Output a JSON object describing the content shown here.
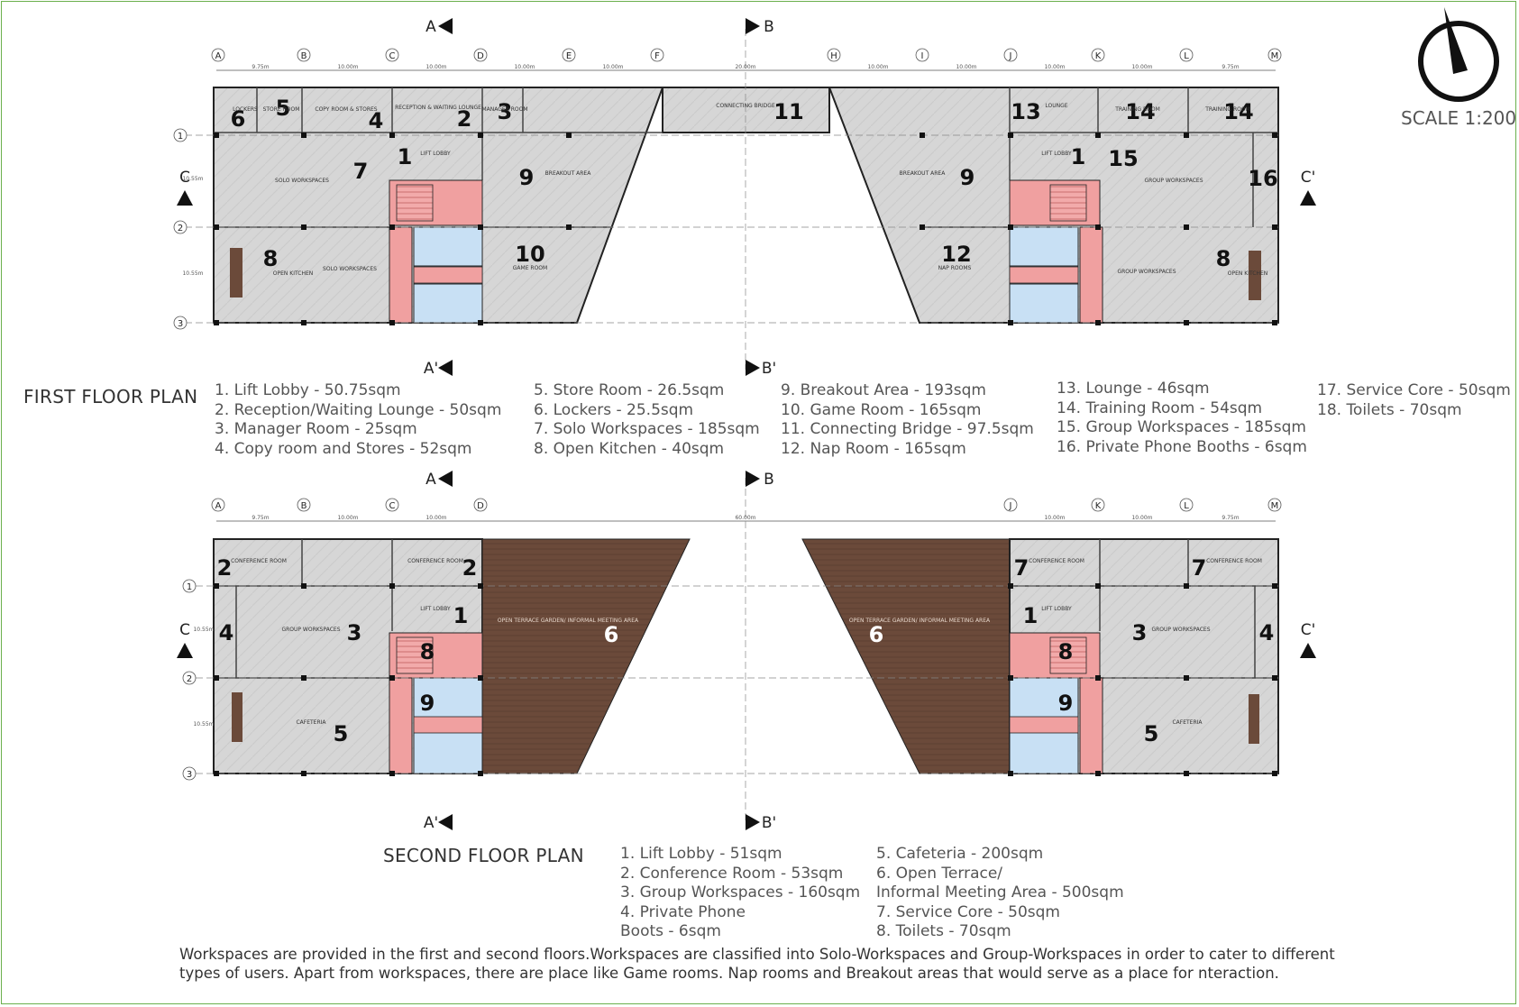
{
  "scale": "SCALE 1:200",
  "first_floor": {
    "title": "FIRST FLOOR PLAN",
    "legend_col1": [
      "1. Lift Lobby - 50.75sqm",
      "2. Reception/Waiting Lounge - 50sqm",
      "3. Manager Room - 25sqm",
      "4. Copy room and Stores - 52sqm"
    ],
    "legend_col2": [
      "5. Store Room - 26.5sqm",
      "6. Lockers - 25.5sqm",
      "7. Solo Workspaces - 185sqm",
      "8. Open Kitchen - 40sqm"
    ],
    "legend_col3": [
      "9. Breakout Area - 193sqm",
      "10. Game Room - 165sqm",
      "11. Connecting Bridge - 97.5sqm",
      "12. Nap Room - 165sqm"
    ],
    "legend_col4": [
      "13. Lounge - 46sqm",
      "14. Training Room - 54sqm",
      "15. Group Workspaces - 185sqm",
      "16. Private Phone Booths - 6sqm"
    ],
    "legend_col5": [
      "17. Service Core - 50sqm",
      "18. Toilets - 70sqm"
    ],
    "grid_cols": [
      "A",
      "B",
      "C",
      "D",
      "E",
      "F",
      "H",
      "I",
      "J",
      "K",
      "L",
      "M"
    ],
    "grid_rows": [
      "1",
      "2",
      "3"
    ],
    "dims": [
      "9.75m",
      "10.00m",
      "10.00m",
      "10.00m",
      "10.00m",
      "20.00m",
      "10.00m",
      "10.00m",
      "10.00m",
      "10.00m",
      "9.75m"
    ],
    "side_dims": [
      "10.55m",
      "10.55m"
    ],
    "sections": [
      "A",
      "B",
      "A'",
      "B'",
      "C",
      "C'"
    ],
    "room_numbers": [
      "6",
      "5",
      "4",
      "2",
      "3",
      "11",
      "13",
      "14",
      "14",
      "1",
      "7",
      "9",
      "9",
      "1",
      "15",
      "16",
      "8",
      "10",
      "12",
      "8"
    ],
    "room_labels": [
      "LOCKERS",
      "STORE ROOM",
      "COPY ROOM & STORES",
      "RECEPTION & WAITING LOUNGE",
      "MANAGER ROOM",
      "CONNECTING BRIDGE",
      "LOUNGE",
      "TRAINING ROOM",
      "TRAINING ROOM",
      "LIFT LOBBY",
      "SOLO WORKSPACES",
      "BREAKOUT AREA",
      "BREAKOUT AREA",
      "LIFT LOBBY",
      "GROUP WORKSPACES",
      "OPEN KITCHEN",
      "SOLO WORKSPACES",
      "GAME ROOM",
      "NAP ROOMS",
      "GROUP WORKSPACES",
      "OPEN KITCHEN"
    ]
  },
  "second_floor": {
    "title": "SECOND FLOOR PLAN",
    "legend_col1": [
      "1. Lift Lobby - 51sqm",
      "2. Conference Room - 53sqm",
      "3. Group Workspaces - 160sqm",
      "4. Private Phone",
      "Boots - 6sqm"
    ],
    "legend_col2": [
      "5. Cafeteria - 200sqm",
      "6. Open Terrace/",
      "Informal Meeting Area - 500sqm",
      "7. Service Core - 50sqm",
      "8. Toilets - 70sqm"
    ],
    "grid_cols": [
      "A",
      "B",
      "C",
      "D",
      "J",
      "K",
      "L",
      "M"
    ],
    "grid_rows": [
      "1",
      "2",
      "3"
    ],
    "dims": [
      "9.75m",
      "10.00m",
      "10.00m",
      "60.00m",
      "10.00m",
      "10.00m",
      "9.75m"
    ],
    "side_dims": [
      "10.55m",
      "10.55m"
    ],
    "sections": [
      "A",
      "B",
      "A'",
      "B'",
      "C",
      "C'"
    ],
    "room_numbers": [
      "2",
      "2",
      "7",
      "7",
      "1",
      "1",
      "3",
      "3",
      "4",
      "4",
      "8",
      "8",
      "9",
      "9",
      "5",
      "5",
      "6",
      "6"
    ],
    "room_labels": [
      "CONFERENCE ROOM",
      "CONFERENCE ROOM",
      "CONFERENCE ROOM",
      "CONFERENCE ROOM",
      "LIFT LOBBY",
      "LIFT LOBBY",
      "GROUP WORKSPACES",
      "GROUP WORKSPACES",
      "CAFETERIA",
      "CAFETERIA",
      "OPEN TERRACE GARDEN/ INFORMAL MEETING AREA",
      "OPEN TERRACE GARDEN/ INFORMAL MEETING AREA"
    ]
  },
  "description": "Workspaces are provided in the first and second floors.Workspaces are classified into Solo-Workspaces and Group-Workspaces in order to cater to different types of users. Apart from workspaces, there are place like Game rooms. Nap rooms and Breakout areas that would serve as a place for nteraction.",
  "colors": {
    "floor": "#d4d4d4",
    "core_red": "#f0a0a0",
    "toilet_blue": "#c8e0f4",
    "terrace": "#6b4a3a",
    "wall": "#222222"
  },
  "icons": [
    "north-arrow-icon",
    "section-marker-icon"
  ]
}
